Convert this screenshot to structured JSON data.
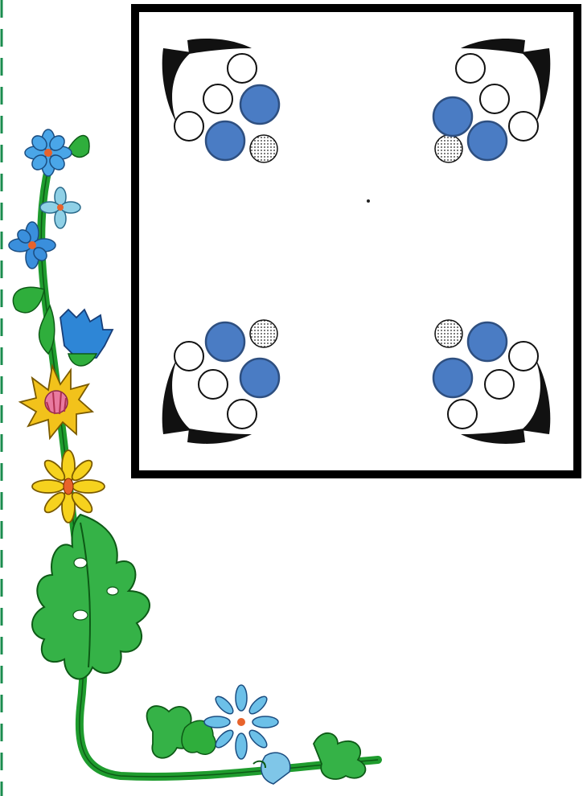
{
  "board": {
    "label": "",
    "corners": [
      "top-left",
      "top-right",
      "bottom-left",
      "bottom-right"
    ]
  },
  "piece_colors": {
    "counter": "#4a7cc4",
    "counter_outline": "#2e4f80",
    "empty_hole": "#ffffff",
    "dotted_hole": "#e6e6e6",
    "corner_arc": "#111111"
  },
  "decoration": {
    "edge_dash_color": "#1a8c4e",
    "leaf_color": "#2fae3c",
    "stem_color": "#1f9c2e",
    "flower_colors": [
      "#4aa6e8",
      "#f2c21b",
      "#e97aa0",
      "#7fc6e8"
    ]
  }
}
